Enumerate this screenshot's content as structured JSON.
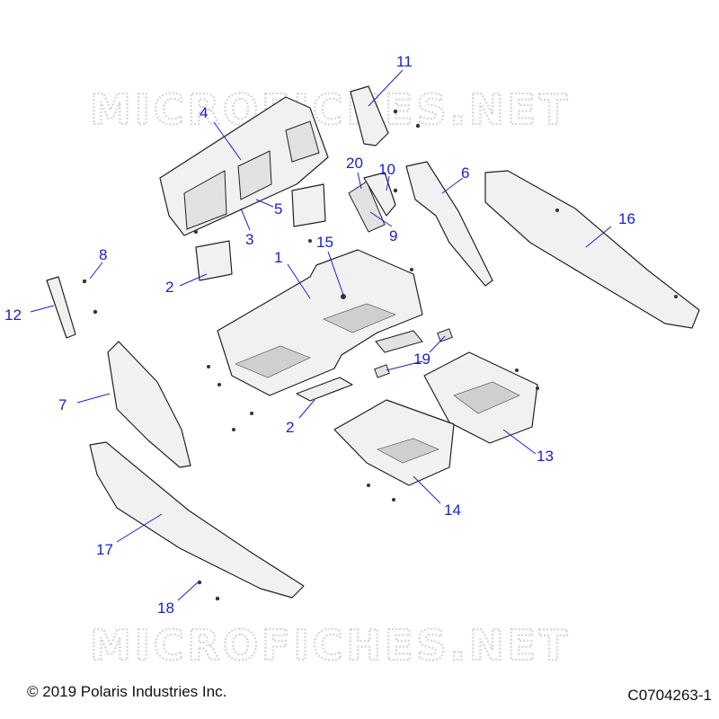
{
  "watermark": "MICROFICHES.NET",
  "copyright": "© 2019 Polaris Industries Inc.",
  "diagram_code": "C0704263-1",
  "callouts": {
    "c1": "1",
    "c2a": "2",
    "c2b": "2",
    "c3": "3",
    "c4": "4",
    "c5": "5",
    "c6": "6",
    "c7": "7",
    "c8": "8",
    "c9": "9",
    "c10": "10",
    "c11": "11",
    "c12": "12",
    "c13": "13",
    "c14": "14",
    "c15": "15",
    "c16": "16",
    "c17": "17",
    "c18": "18",
    "c19": "19",
    "c20": "20"
  }
}
